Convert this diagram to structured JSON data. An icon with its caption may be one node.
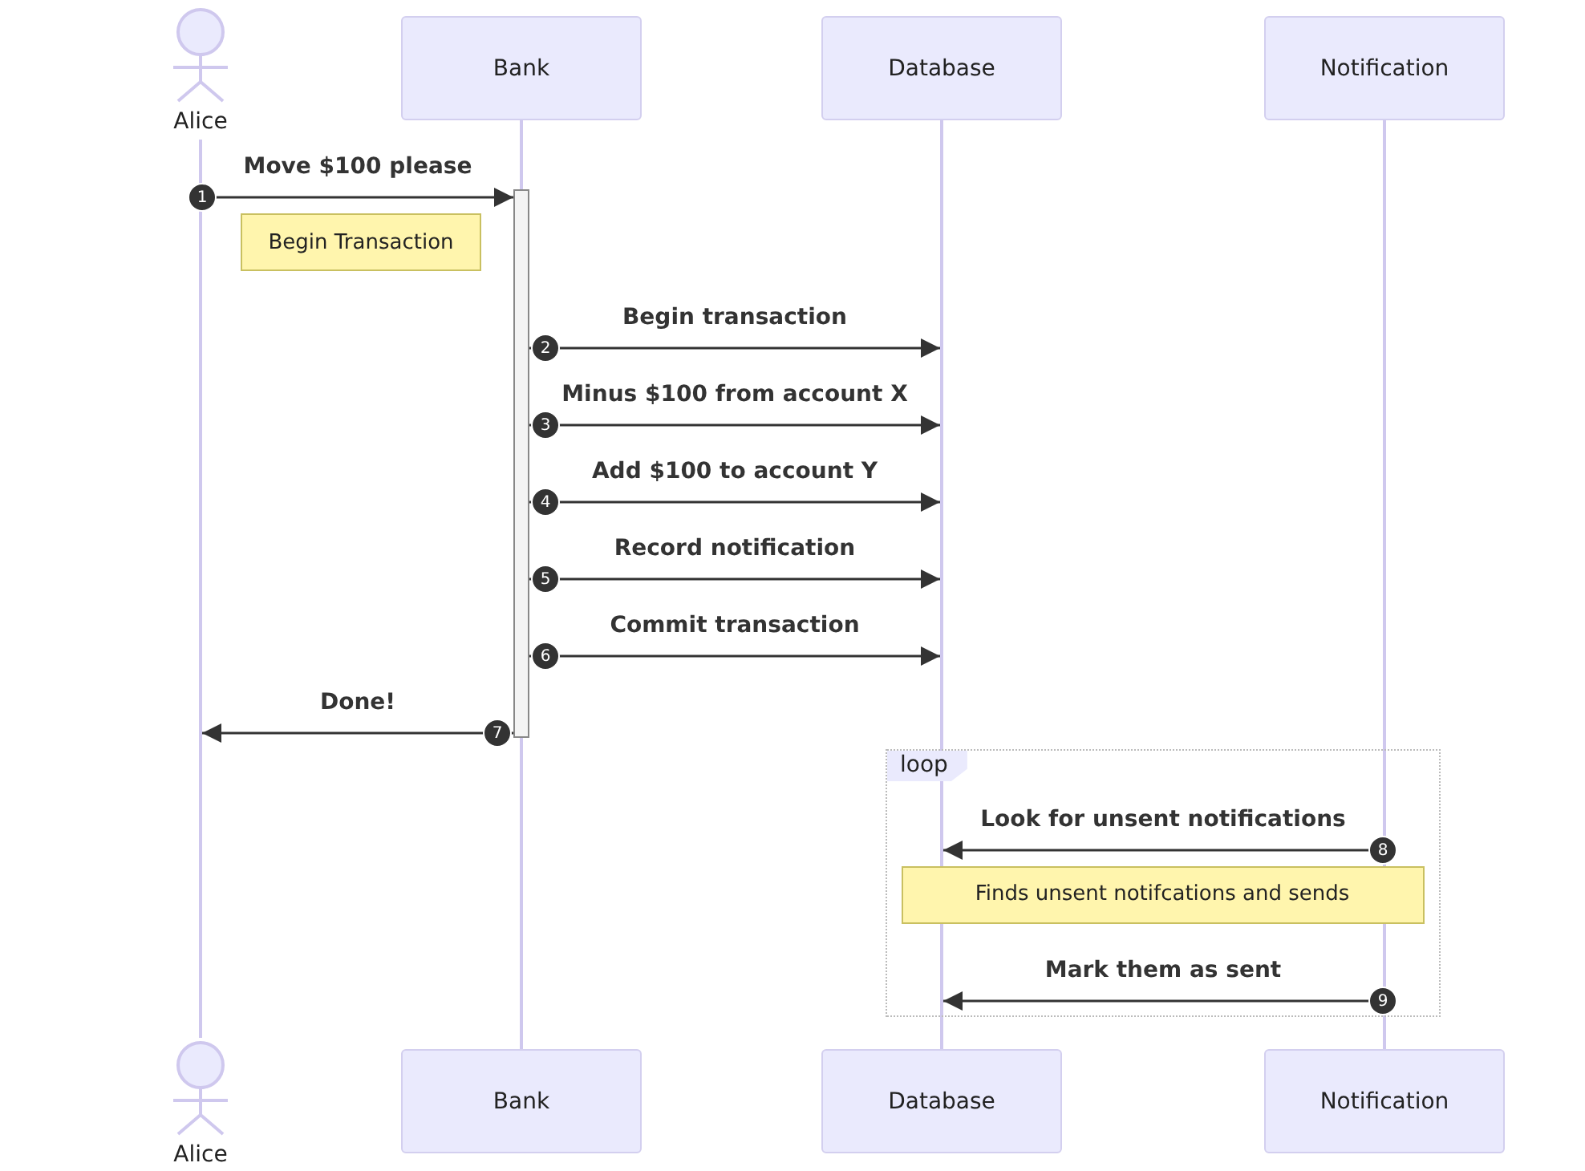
{
  "diagram": {
    "nodes": [
      {
        "text": [
          "Alice"
        ]
      },
      {
        "text": [
          "Bank"
        ]
      },
      {
        "text": [
          "Database"
        ]
      },
      {
        "text": [
          "Notification"
        ]
      },
      {
        "text": [],
        "shape": "line"
      },
      {
        "text": [],
        "shape": "line"
      },
      {
        "text": [],
        "shape": "line"
      },
      {
        "text": [],
        "shape": "line"
      },
      {
        "text": [],
        "shape": "bar"
      },
      {
        "text": [
          "Begin Transaction"
        ]
      },
      {
        "text": [
          "loop"
        ]
      },
      {
        "text": [
          "Finds unsent notifcations and sends"
        ],
        "in": 10
      },
      {
        "text": [
          "Alice"
        ]
      },
      {
        "text": [
          "Bank"
        ]
      },
      {
        "text": [
          "Database"
        ]
      },
      {
        "text": [
          "Notification"
        ]
      }
    ],
    "edges": [
      {
        "from": 4,
        "to": 8,
        "arrow": "to",
        "label": "Move $100 please"
      },
      {
        "from": 8,
        "to": 6,
        "arrow": "to",
        "label": "Begin transaction"
      },
      {
        "from": 8,
        "to": 6,
        "arrow": "to",
        "label": "Minus $100 from account X"
      },
      {
        "from": 8,
        "to": 6,
        "arrow": "to",
        "label": "Add $100 to account Y"
      },
      {
        "from": 8,
        "to": 6,
        "arrow": "to",
        "label": "Record notification"
      },
      {
        "from": 8,
        "to": 6,
        "arrow": "to",
        "label": "Commit transaction"
      },
      {
        "from": 8,
        "to": 4,
        "arrow": "to",
        "label": "Done!"
      },
      {
        "from": 7,
        "to": 6,
        "arrow": "to",
        "label": "Look for unsent notifications"
      },
      {
        "from": 7,
        "to": 6,
        "arrow": "to",
        "label": "Mark them as sent"
      }
    ],
    "labels": [
      "1",
      "2",
      "3",
      "4",
      "5",
      "6",
      "7",
      "8",
      "9"
    ]
  }
}
